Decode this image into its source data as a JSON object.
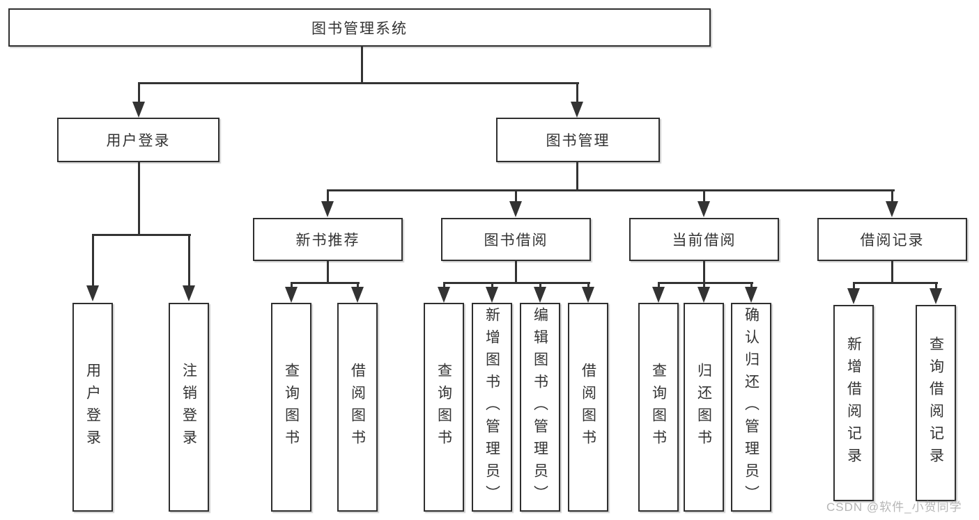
{
  "diagram": {
    "title": "图书管理系统",
    "type": "functional-structure-tree",
    "colors": {
      "line": "#333333",
      "box_border": "#2f2f2f",
      "text": "#333333",
      "watermark": "#b6b6b6",
      "background": "#ffffff"
    }
  },
  "nodes": {
    "root": "图书管理系统",
    "userLogin": "用户登录",
    "bookManagement": "图书管理",
    "newBookRecommend": "新书推荐",
    "bookBorrow": "图书借阅",
    "currentBorrow": "当前借阅",
    "borrowRecords": "借阅记录",
    "leafUserLogin": "用户登录",
    "leafLogout": "注销登录",
    "leafQueryBooksA": "查询图书",
    "leafBorrowBooksA": "借阅图书",
    "leafQueryBooksB": "查询图书",
    "leafAddBooksAdmin": "新增图书（管理员）",
    "leafEditBooksAdmin": "编辑图书（管理员）",
    "leafBorrowBooksB": "借阅图书",
    "leafQueryBooksC": "查询图书",
    "leafReturnBooks": "归还图书",
    "leafConfirmReturnAdmin": "确认归还（管理员）",
    "leafAddBorrowRecord": "新增借阅记录",
    "leafQueryBorrowRecord": "查询借阅记录"
  },
  "hierarchy": {
    "图书管理系统": {
      "用户登录": [
        "用户登录",
        "注销登录"
      ],
      "图书管理": {
        "新书推荐": [
          "查询图书",
          "借阅图书"
        ],
        "图书借阅": [
          "查询图书",
          "新增图书（管理员）",
          "编辑图书（管理员）",
          "借阅图书"
        ],
        "当前借阅": [
          "查询图书",
          "归还图书",
          "确认归还（管理员）"
        ],
        "借阅记录": [
          "新增借阅记录",
          "查询借阅记录"
        ]
      }
    }
  },
  "watermark": "CSDN @软件_小贺同学"
}
